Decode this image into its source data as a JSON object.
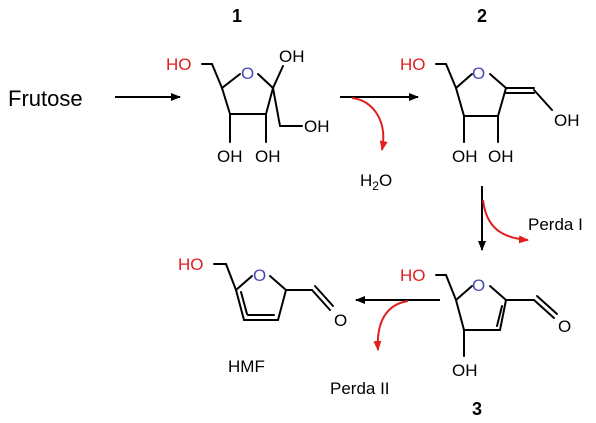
{
  "diagram": {
    "start_label": "Frutose",
    "compounds": [
      {
        "number": "1"
      },
      {
        "number": "2"
      },
      {
        "number": "3"
      },
      {
        "name": "HMF"
      }
    ],
    "byproducts": {
      "water_main": "H",
      "water_sub": "2",
      "water_tail": "O",
      "loss_1": "Perda I",
      "loss_2": "Perda II"
    },
    "atom_labels": {
      "hydroxyl": "OH",
      "hydroxyl_left": "HO",
      "ring_oxygen": "O",
      "carbonyl_oxygen": "O"
    },
    "colors": {
      "highlight": "#e01e1e",
      "ring_oxygen": "#4a4ab8",
      "bond": "#000000"
    }
  }
}
